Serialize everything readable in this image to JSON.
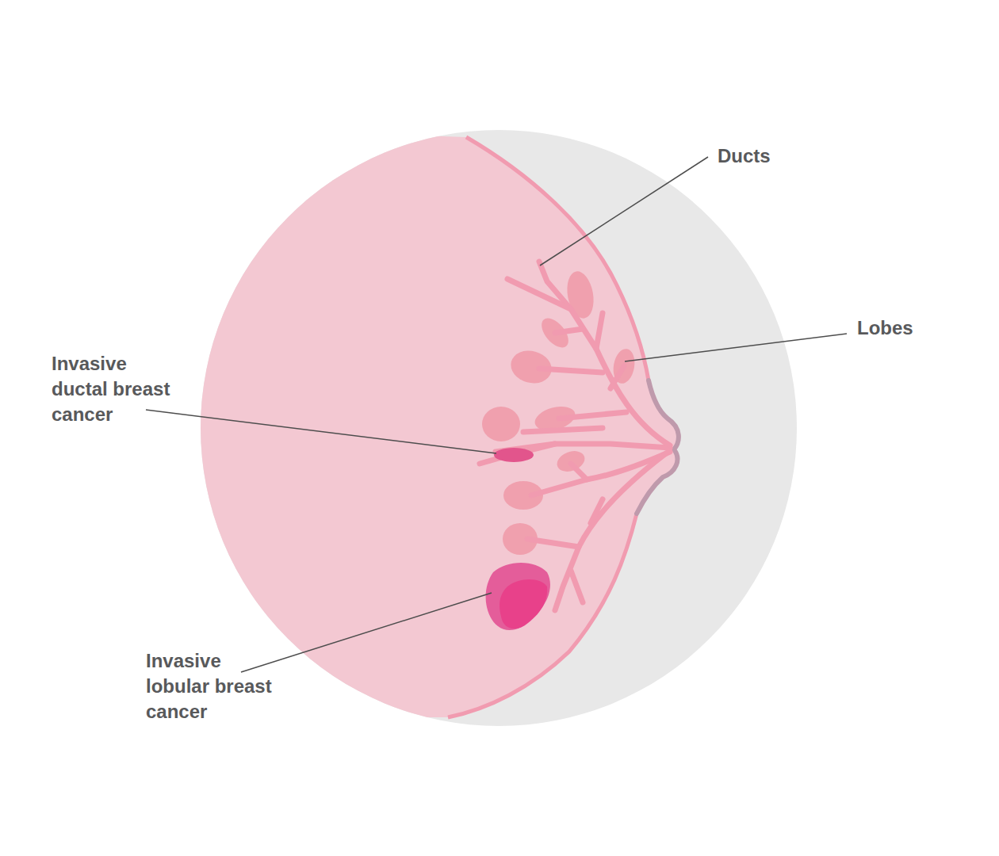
{
  "diagram": {
    "labels": [
      "Ducts",
      "Lobes",
      "Invasive ductal breast cancer",
      "Invasive lobular breast cancer"
    ]
  }
}
